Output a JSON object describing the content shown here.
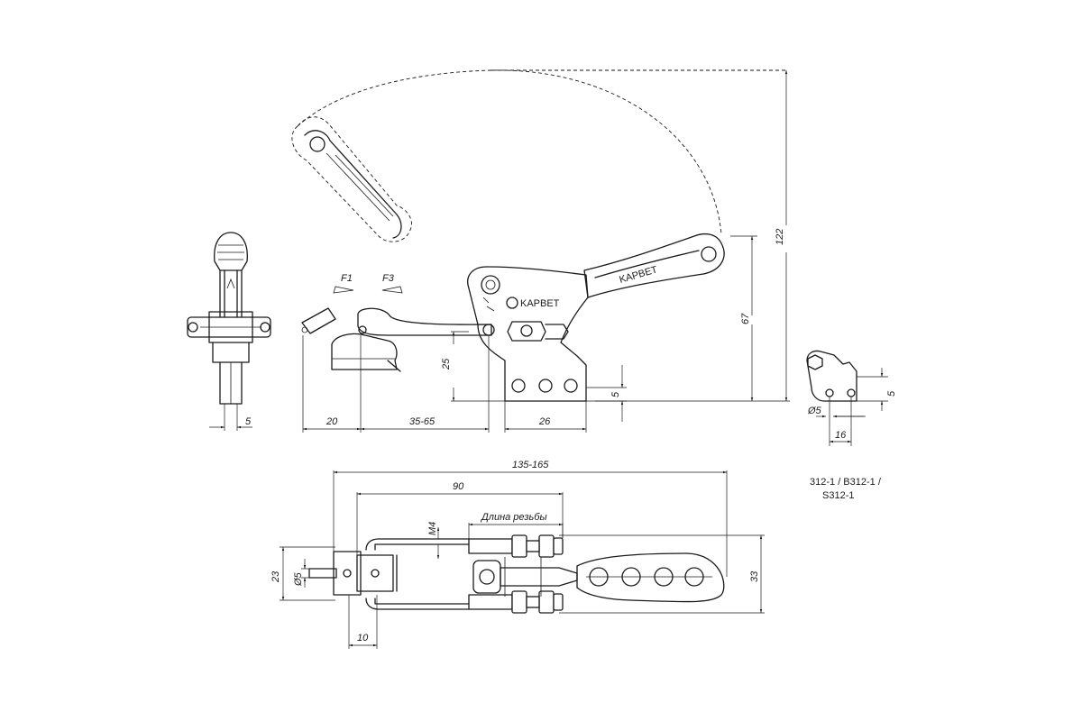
{
  "drawing": {
    "force_labels": {
      "f1": "F1",
      "f3": "F3"
    },
    "side_view": {
      "dim_25": "25",
      "dim_67": "67",
      "dim_122": "122",
      "dim_5": "5",
      "dim_20": "20",
      "dim_35_65": "35-65",
      "dim_26": "26"
    },
    "front_view": {
      "dim_5": "5"
    },
    "base_detail": {
      "dim_d5": "Ø5",
      "dim_16": "16",
      "dim_5": "5"
    },
    "model_codes": {
      "line1": "312-1 / B312-1 /",
      "line2": "S312-1"
    },
    "top_view": {
      "dim_135_165": "135-165",
      "dim_90": "90",
      "dim_m4": "M4",
      "thread_length": "Длина резьбы",
      "dim_23": "23",
      "dim_d5": "Ø5",
      "dim_10": "10",
      "dim_33": "33"
    },
    "brand": "KAPBET"
  }
}
